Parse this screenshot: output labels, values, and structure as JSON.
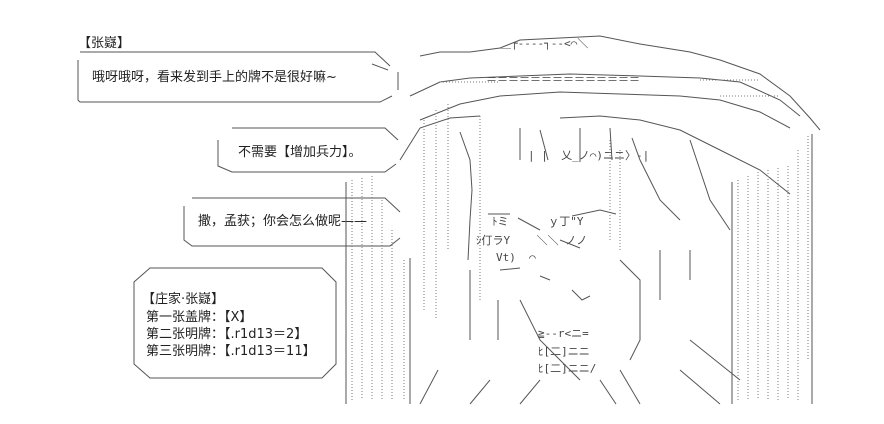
{
  "speaker": "【张嶷】",
  "bubbles": [
    {
      "text": "哦呀哦呀，看来发到手上的牌不是很好嘛~"
    },
    {
      "text": "不需要【增加兵力】。"
    },
    {
      "text": "撒，孟获；你会怎么做呢——"
    }
  ],
  "status_box": {
    "title": "【庄家·张嶷】",
    "lines": [
      "第一张盖牌：【X】",
      "第二张明牌：【.r1d13＝2】",
      "第三张明牌：【.r1d13＝11】"
    ]
  },
  "art_fragments": {
    "crown_top": "＿┌‐‐‐‐┐-‐<⌒＼",
    "equals_row": "＝＝＝＝＝＝＝＝＝＝＝＝＝＝",
    "face_row1": "| |  乂_ノ⌒)ニニ〉-|",
    "face_row2": "ﾄミ      ｙ丁\"Y",
    "face_row3": "ｼ仃ラY    ＼＼ ノノ ",
    "chin_row": "Vt)  ⌒",
    "hand_row": "≧‐‐r<ニ=",
    "hand_row2": "ﾋ[二]ニニ",
    "hand_row3": "ﾋ[二]ニニ/"
  }
}
